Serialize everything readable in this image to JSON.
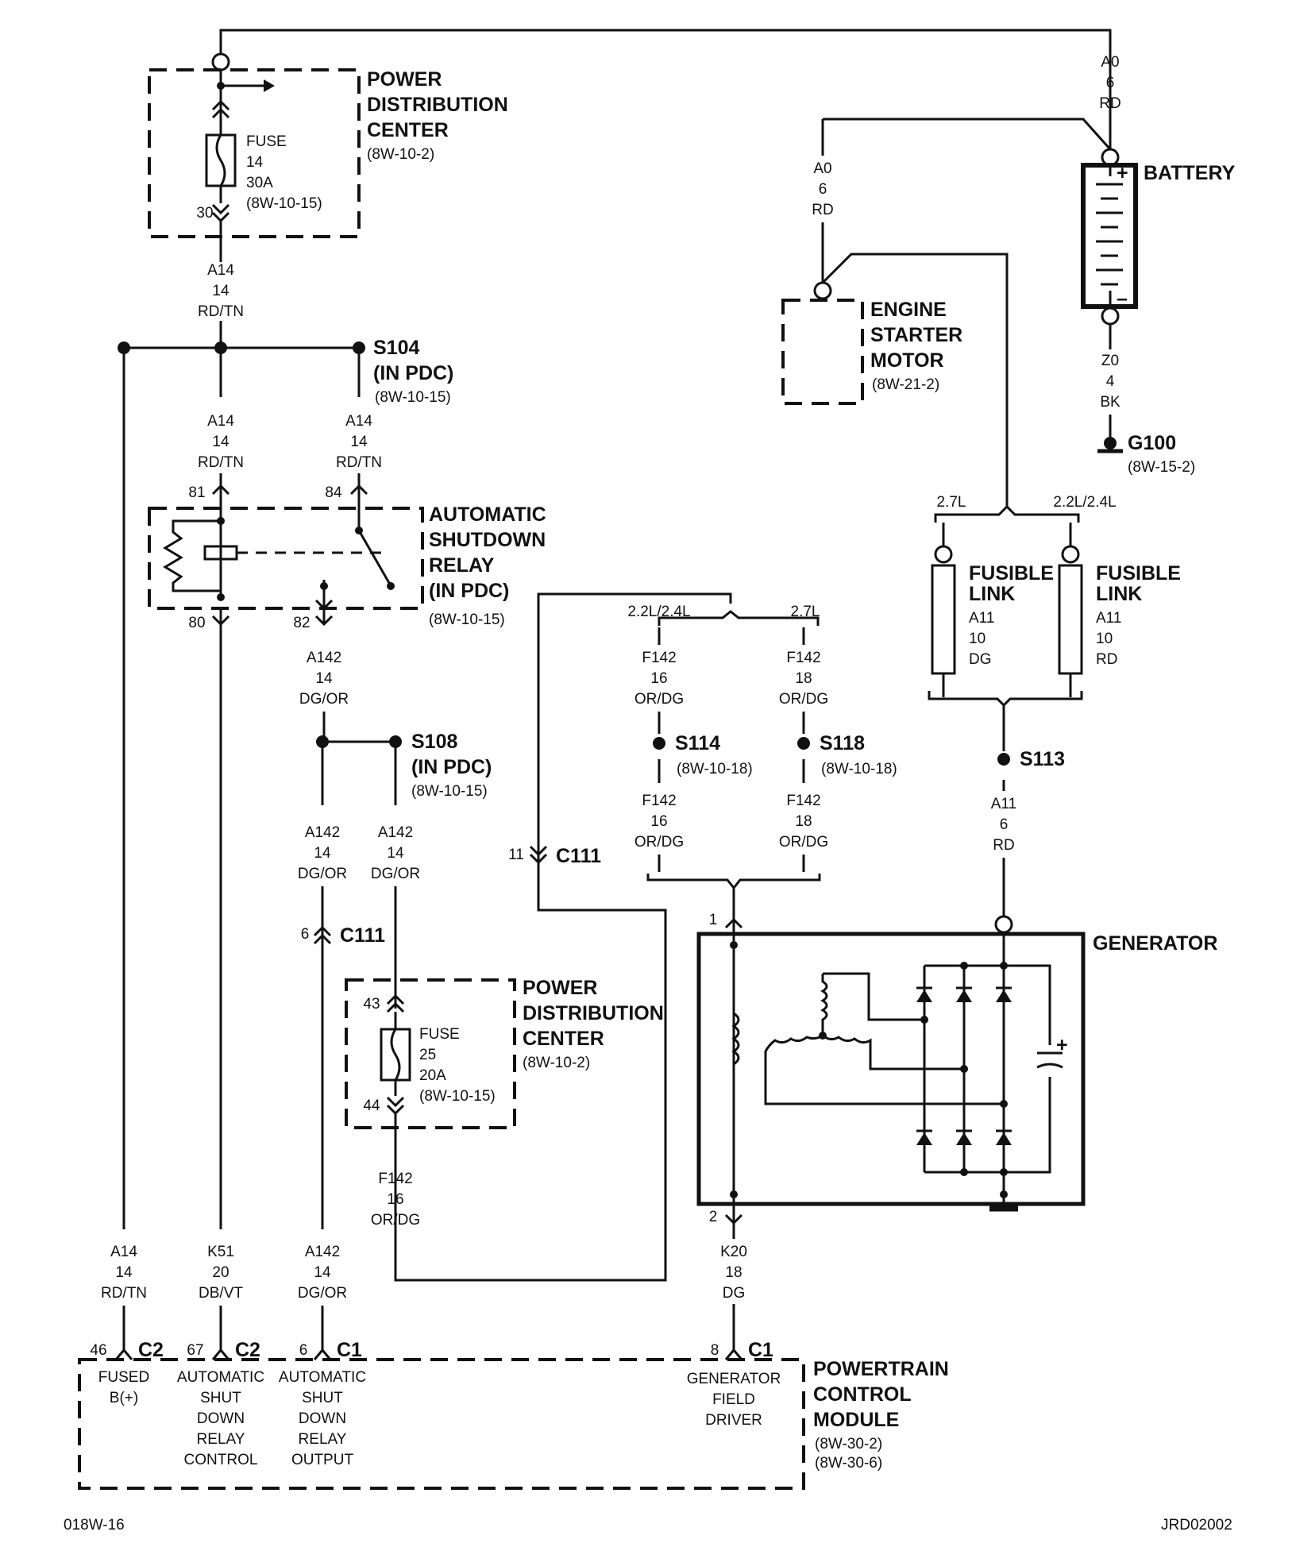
{
  "components": {
    "pdc_top": {
      "title": [
        "POWER",
        "DISTRIBUTION",
        "CENTER"
      ],
      "ref": "(8W-10-2)",
      "fuse": [
        "FUSE",
        "14",
        "30A",
        "(8W-10-15)"
      ],
      "pin": "30"
    },
    "pdc_mid": {
      "title": [
        "POWER",
        "DISTRIBUTION",
        "CENTER"
      ],
      "ref": "(8W-10-2)",
      "fuse": [
        "FUSE",
        "25",
        "20A",
        "(8W-10-15)"
      ],
      "pin_in": "43",
      "pin_out": "44"
    },
    "asd_relay": {
      "title": [
        "AUTOMATIC",
        "SHUTDOWN",
        "RELAY",
        "(IN PDC)"
      ],
      "ref": "(8W-10-15)",
      "pins": [
        "81",
        "84",
        "80",
        "82"
      ]
    },
    "battery": {
      "title": "BATTERY",
      "plus": "+",
      "minus": "–"
    },
    "starter": {
      "title": [
        "ENGINE",
        "STARTER",
        "MOTOR"
      ],
      "ref": "(8W-21-2)"
    },
    "generator": {
      "title": "GENERATOR",
      "pin1": "1",
      "pin2": "2",
      "cap_plus": "+"
    },
    "fusible_left": {
      "title": [
        "FUSIBLE",
        "LINK"
      ],
      "wire": [
        "A11",
        "10",
        "DG"
      ],
      "variant": "2.7L"
    },
    "fusible_right": {
      "title": [
        "FUSIBLE",
        "LINK"
      ],
      "wire": [
        "A11",
        "10",
        "RD"
      ],
      "variant": "2.2L/2.4L"
    },
    "pcm": {
      "title": [
        "POWERTRAIN",
        "CONTROL",
        "MODULE"
      ],
      "refs": [
        "(8W-30-2)",
        "(8W-30-6)"
      ],
      "pins": [
        {
          "num": "46",
          "conn": "C2",
          "label": [
            "FUSED",
            "B(+)"
          ]
        },
        {
          "num": "67",
          "conn": "C2",
          "label": [
            "AUTOMATIC",
            "SHUT",
            "DOWN",
            "RELAY",
            "CONTROL"
          ]
        },
        {
          "num": "6",
          "conn": "C1",
          "label": [
            "AUTOMATIC",
            "SHUT",
            "DOWN",
            "RELAY",
            "OUTPUT"
          ]
        },
        {
          "num": "8",
          "conn": "C1",
          "label": [
            "GENERATOR",
            "FIELD",
            "DRIVER"
          ]
        }
      ]
    }
  },
  "splices": {
    "s104": {
      "name": "S104",
      "note": "(IN PDC)",
      "ref": "(8W-10-15)"
    },
    "s108": {
      "name": "S108",
      "note": "(IN PDC)",
      "ref": "(8W-10-15)"
    },
    "s114": {
      "name": "S114",
      "ref": "(8W-10-18)"
    },
    "s118": {
      "name": "S118",
      "ref": "(8W-10-18)"
    },
    "s113": {
      "name": "S113"
    }
  },
  "ground": {
    "name": "G100",
    "ref": "(8W-15-2)"
  },
  "connectors": {
    "c111_a": {
      "pin": "11",
      "name": "C111"
    },
    "c111_b": {
      "pin": "6",
      "name": "C111"
    }
  },
  "wires": {
    "a0_top": [
      "A0",
      "6",
      "RD"
    ],
    "a0_starter": [
      "A0",
      "6",
      "RD"
    ],
    "a14_top": [
      "A14",
      "14",
      "RD/TN"
    ],
    "a14_81": [
      "A14",
      "14",
      "RD/TN"
    ],
    "a14_84": [
      "A14",
      "14",
      "RD/TN"
    ],
    "a14_bottom": [
      "A14",
      "14",
      "RD/TN"
    ],
    "a142_82": [
      "A142",
      "14",
      "DG/OR"
    ],
    "a142_left": [
      "A142",
      "14",
      "DG/OR"
    ],
    "a142_right": [
      "A142",
      "14",
      "DG/OR"
    ],
    "a142_bottom": [
      "A142",
      "14",
      "DG/OR"
    ],
    "k51": [
      "K51",
      "20",
      "DB/VT"
    ],
    "f142_fuse": [
      "F142",
      "16",
      "OR/DG"
    ],
    "f142_l_top": [
      "F142",
      "16",
      "OR/DG"
    ],
    "f142_r_top": [
      "F142",
      "18",
      "OR/DG"
    ],
    "f142_l_bot": [
      "F142",
      "16",
      "OR/DG"
    ],
    "f142_r_bot": [
      "F142",
      "18",
      "OR/DG"
    ],
    "a11": [
      "A11",
      "6",
      "RD"
    ],
    "z0": [
      "Z0",
      "4",
      "BK"
    ],
    "k20": [
      "K20",
      "18",
      "DG"
    ]
  },
  "variants": {
    "left": "2.2L/2.4L",
    "right": "2.7L"
  },
  "footer": {
    "left": "018W-16",
    "right": "JRD02002"
  }
}
